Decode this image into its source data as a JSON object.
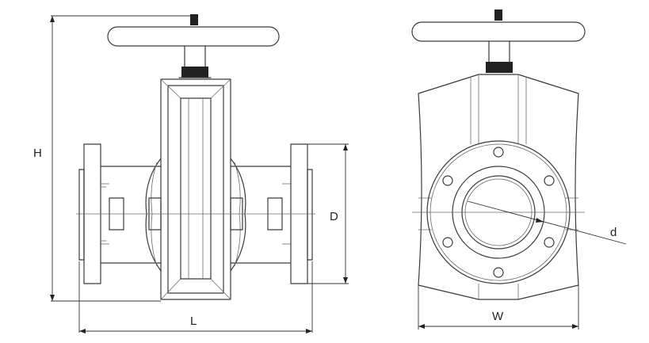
{
  "labels": {
    "height": "H",
    "length": "L",
    "flange_diameter": "D",
    "bore_diameter": "d",
    "width": "W"
  }
}
